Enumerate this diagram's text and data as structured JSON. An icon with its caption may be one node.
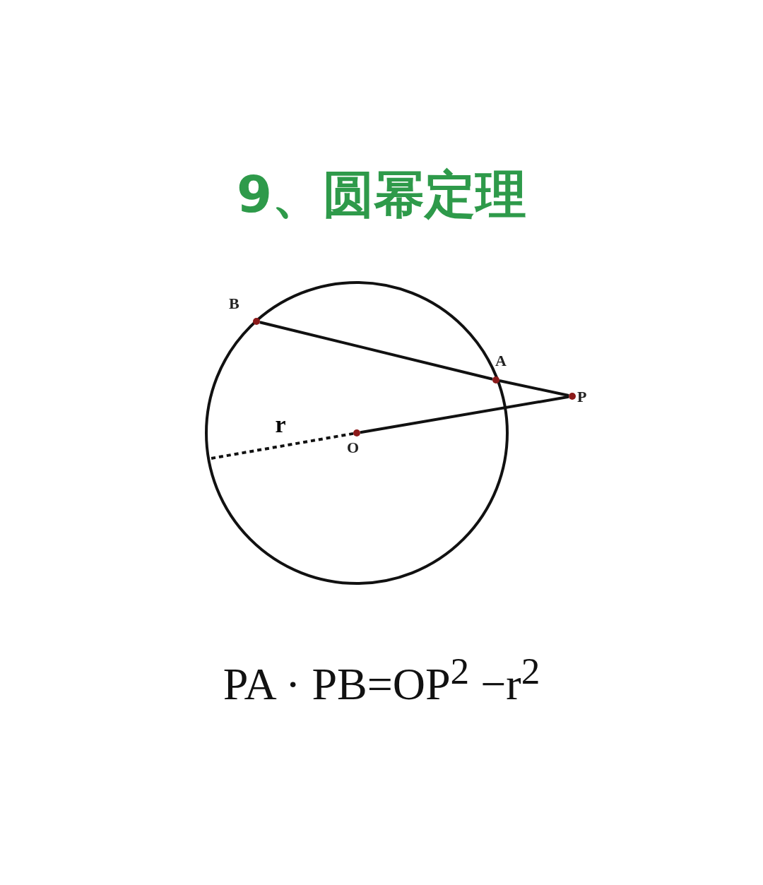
{
  "diagram": {
    "title": "9、圆幂定理",
    "nodes": [
      {
        "text": [
          "B"
        ]
      },
      {
        "text": [
          "A"
        ]
      },
      {
        "text": [
          "P"
        ]
      },
      {
        "text": [
          "O"
        ]
      }
    ],
    "edges": [
      {
        "from": 0,
        "to": 1,
        "arrow": "none"
      },
      {
        "from": 1,
        "to": 2,
        "arrow": "none"
      },
      {
        "from": 3,
        "to": 2,
        "arrow": "none"
      },
      {
        "from": 3,
        "to": null,
        "arrow": "none",
        "style": "dashed",
        "label": "r"
      }
    ],
    "caption": "PA · PB=OP$^{2}$ −r$^{2}$"
  }
}
